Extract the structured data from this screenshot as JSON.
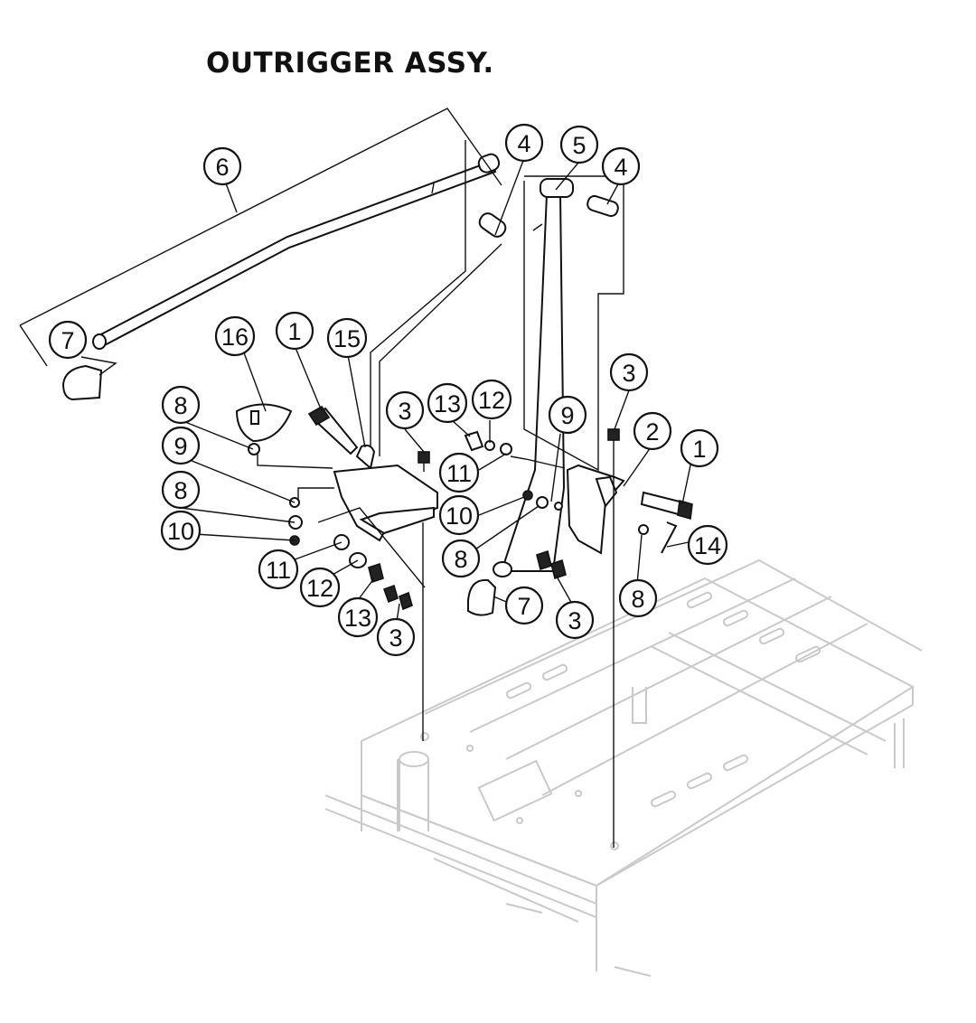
{
  "title": "OUTRIGGER ASSY.",
  "callouts": [
    "1",
    "2",
    "3",
    "4",
    "5",
    "6",
    "7",
    "8",
    "9",
    "10",
    "11",
    "12",
    "13",
    "14",
    "15",
    "16"
  ]
}
